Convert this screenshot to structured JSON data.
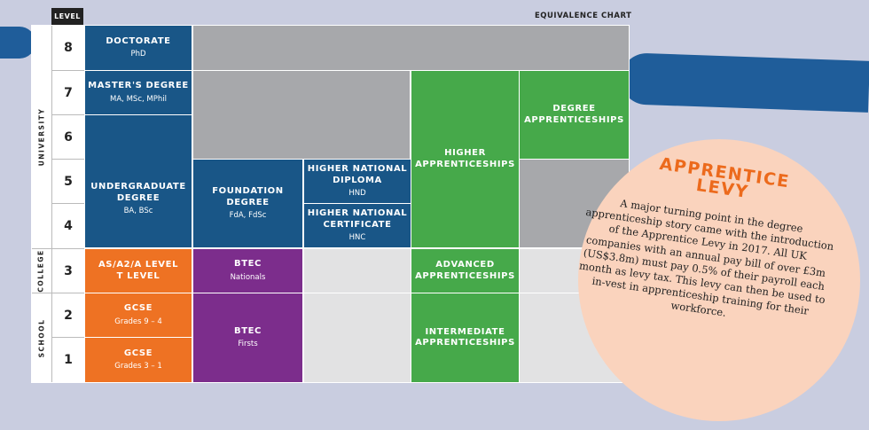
{
  "header": {
    "level_label": "LEVEL",
    "chart_title": "EQUIVALENCE CHART"
  },
  "groups": {
    "university": "UNIVERSITY",
    "college": "COLLEGE",
    "school": "SCHOOL"
  },
  "levels": [
    "8",
    "7",
    "6",
    "5",
    "4",
    "3",
    "2",
    "1"
  ],
  "qualifications": {
    "doctorate": {
      "title": "DOCTORATE",
      "sub": "PhD"
    },
    "masters": {
      "title": "MASTER'S DEGREE",
      "sub": "MA, MSc, MPhil"
    },
    "undergrad": {
      "title": "UNDERGRADUATE\nDEGREE",
      "sub": "BA, BSc"
    },
    "foundation": {
      "title": "FOUNDATION\nDEGREE",
      "sub": "FdA, FdSc"
    },
    "hnd": {
      "title": "HIGHER NATIONAL\nDIPLOMA",
      "sub": "HND"
    },
    "hnc": {
      "title": "HIGHER NATIONAL\nCERTIFICATE",
      "sub": "HNC"
    },
    "alevel": {
      "title": "AS/A2/A LEVEL\nT LEVEL"
    },
    "btec_nat": {
      "title": "BTEC",
      "sub": "Nationals"
    },
    "gcse_high": {
      "title": "GCSE",
      "sub": "Grades 9 – 4"
    },
    "gcse_low": {
      "title": "GCSE",
      "sub": "Grades 3 – 1"
    },
    "btec_first": {
      "title": "BTEC",
      "sub": "Firsts"
    },
    "higher_app": {
      "title": "HIGHER\nAPPRENTICESHIPS"
    },
    "degree_app": {
      "title": "DEGREE\nAPPRENTICESHIPS"
    },
    "advanced_app": {
      "title": "ADVANCED\nAPPRENTICESHIPS"
    },
    "intermediate_app": {
      "title": "INTERMEDIATE\nAPPRENTICESHIPS"
    }
  },
  "levy": {
    "title": "APPRENTICE\nLEVY",
    "body": "A major turning point in the degree apprenticeship story came with the introduction of the Apprentice Levy in 2017. All UK companies with an annual pay bill of over £3m (US$3.8m) must pay 0.5% of their payroll each month as levy tax. This levy can then be used to in-vest in apprenticeship training for their workforce."
  },
  "colors": {
    "university": "#195687",
    "college_school": "#ee7223",
    "btec": "#7c2d8c",
    "apprenticeships": "#46a94a",
    "empty_upper": "#a7a8ab",
    "empty_lower": "#e2e2e3",
    "levy_bubble": "#fad3bd",
    "levy_title": "#ec6a1c"
  }
}
